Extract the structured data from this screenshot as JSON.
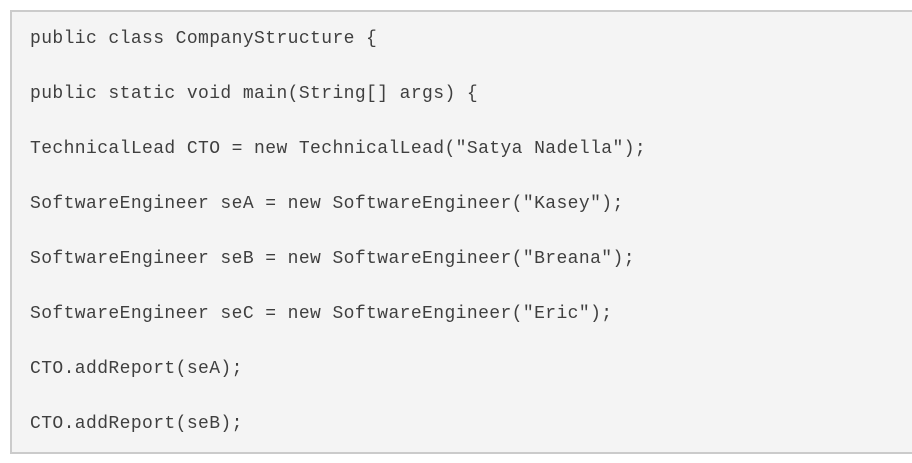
{
  "code_block": {
    "language": "java",
    "lines": [
      "public class CompanyStructure {",
      "public static void main(String[] args) {",
      "TechnicalLead CTO = new TechnicalLead(\"Satya Nadella\");",
      "SoftwareEngineer seA = new SoftwareEngineer(\"Kasey\");",
      "SoftwareEngineer seB = new SoftwareEngineer(\"Breana\");",
      "SoftwareEngineer seC = new SoftwareEngineer(\"Eric\");",
      "CTO.addReport(seA);",
      "CTO.addReport(seB);"
    ]
  },
  "colors": {
    "code_background": "#f4f4f4",
    "code_border": "#cbcbcb",
    "code_text": "#3f3f3f",
    "page_background": "#ffffff"
  }
}
